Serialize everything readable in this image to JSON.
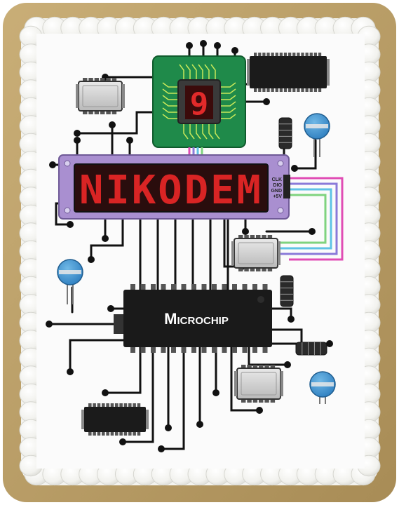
{
  "cake": {
    "board_color": "#b59a63",
    "frosting_color": "#f7f7f4",
    "sheet_color": "#fafafa"
  },
  "display": {
    "name_text": "NIKODEM",
    "board_color": "#a98fd0",
    "screen_color": "#2a0d0d",
    "digit_color": "#d92424",
    "pin_labels": [
      "CLK",
      "DIO",
      "GND",
      "+5V"
    ]
  },
  "cpu": {
    "digit": "9",
    "pcb_color": "#1f8a4a",
    "die_color": "#3a3a3a"
  },
  "microchip": {
    "label": "Microchip",
    "body_color": "#1a1a1a"
  },
  "wires": {
    "colors": [
      "#e04cb4",
      "#8a7ad9",
      "#5fc3e6",
      "#7fd37f"
    ]
  },
  "icons": [
    "capacitor-icon",
    "chip-icon",
    "resistor-icon"
  ]
}
